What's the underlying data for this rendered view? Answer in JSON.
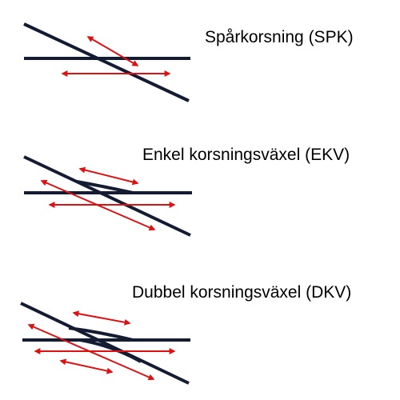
{
  "colors": {
    "track": "#141c33",
    "arrow": "#dd1111",
    "background": "#ffffff",
    "text": "#000000"
  },
  "labels": {
    "spk": "Spårkorsning (SPK)",
    "ekv": "Enkel korsningsväxel (EKV)",
    "dkv": "Dubbel korsningsväxel (DKV)"
  }
}
